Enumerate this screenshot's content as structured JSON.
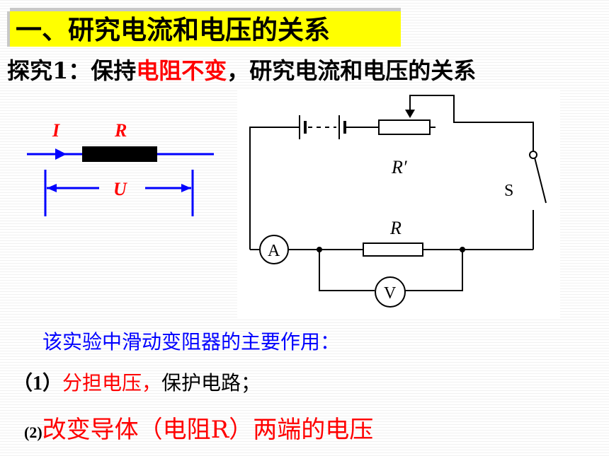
{
  "slide": {
    "title": "一、研究电流和电压的关系",
    "subtitle": {
      "prefix": "探究1：保持",
      "highlight": "电阻不变",
      "suffix": "，研究电流和电压的关系"
    },
    "symbol_diagram": {
      "current_label": "I",
      "resistor_label": "R",
      "voltage_label": "U"
    },
    "circuit": {
      "rheostat_label": "R′",
      "switch_label": "S",
      "resistor_label": "R",
      "ammeter_label": "A",
      "voltmeter_label": "V"
    },
    "purpose_heading": "该实验中滑动变阻器的主要作用：",
    "items": [
      {
        "number": "（1）",
        "highlight": "分担电压，",
        "text": "保护电路；"
      },
      {
        "number": "(2)",
        "highlight": "改变导体（电阻R）两端的电压"
      }
    ],
    "colors": {
      "title_bg": "#ffff00",
      "highlight": "#ff0000",
      "heading": "#0000ff",
      "diagram": "#0000ff"
    }
  }
}
